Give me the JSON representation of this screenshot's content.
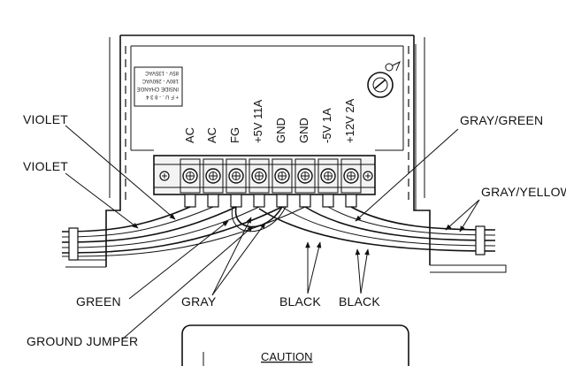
{
  "terminal_labels": [
    "AC",
    "AC",
    "FG",
    "+5V 11A",
    "GND",
    "GND",
    "-5V 1A",
    "+12V 2A"
  ],
  "callouts": {
    "violet_1": "VIOLET",
    "violet_2": "VIOLET",
    "green": "GREEN",
    "ground_jumper": "GROUND JUMPER",
    "gray": "GRAY",
    "black_1": "BLACK",
    "black_2": "BLACK",
    "gray_green": "GRAY/GREEN",
    "gray_yellow": "GRAY/YELLOW"
  },
  "selector_label": {
    "line1": "+ F U . - 8 3 4",
    "line2": "INSIDE CHANGE",
    "line3": "180V - 260VAC",
    "line4": "85V - 135VAC"
  },
  "caution_label": "CAUTION"
}
